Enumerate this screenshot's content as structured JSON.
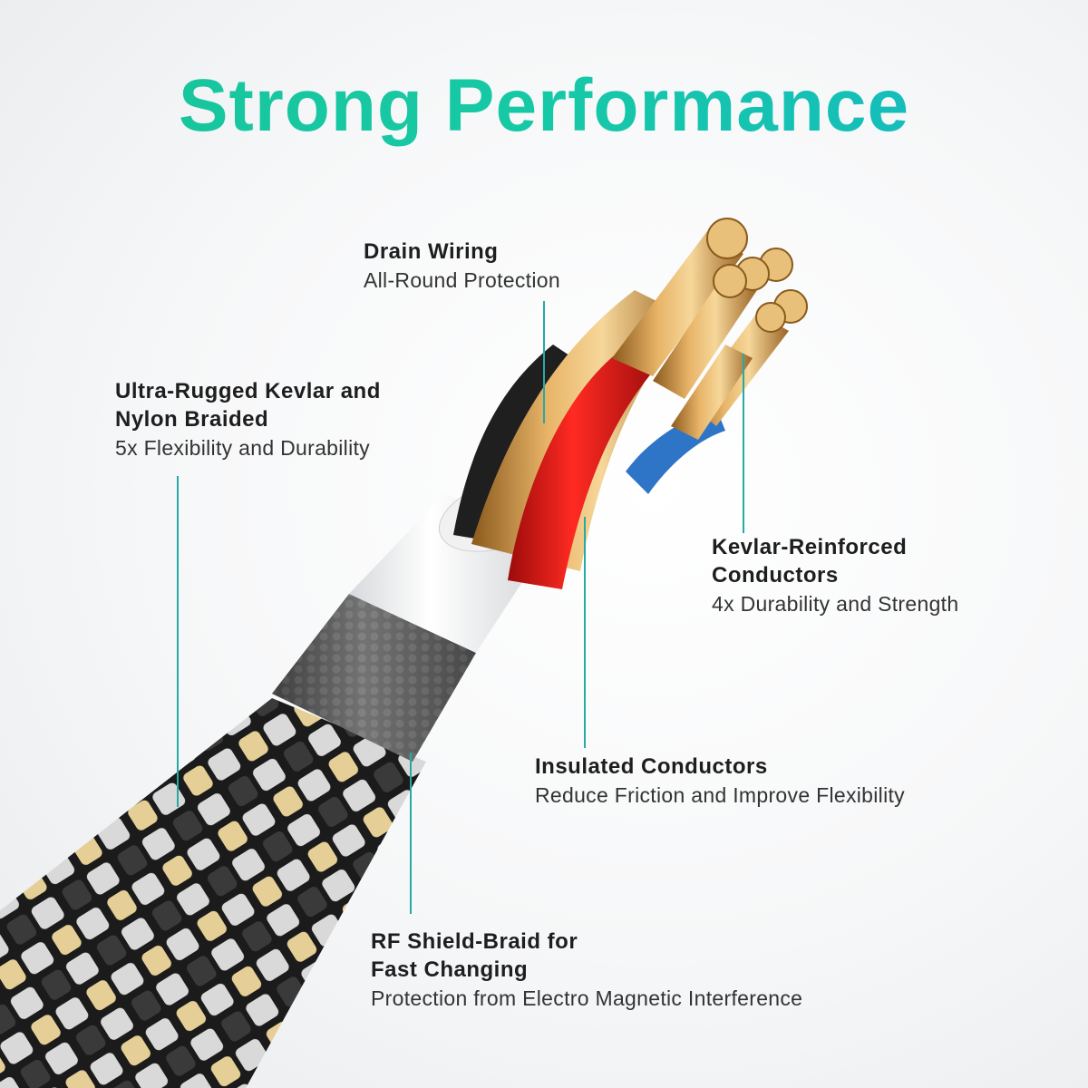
{
  "title": "Strong Performance",
  "colors": {
    "title_gradient_start": "#19c59a",
    "title_gradient_end": "#14b8c4",
    "leader_line": "#27a9a4"
  },
  "callouts": {
    "drain": {
      "title": "Drain Wiring",
      "subtitle": "All-Round Protection"
    },
    "kevlar_nylon": {
      "title_line1": "Ultra-Rugged Kevlar and",
      "title_line2": "Nylon Braided",
      "subtitle": "5x Flexibility and Durability"
    },
    "kevlar_conductors": {
      "title_line1": "Kevlar-Reinforced",
      "title_line2": "Conductors",
      "subtitle": "4x Durability and Strength"
    },
    "insulated": {
      "title": "Insulated Conductors",
      "subtitle": "Reduce Friction and Improve Flexibility"
    },
    "rf_shield": {
      "title_line1": "RF Shield-Braid for",
      "title_line2": "Fast Changing",
      "subtitle": "Protection from Electro Magnetic Interference"
    }
  }
}
